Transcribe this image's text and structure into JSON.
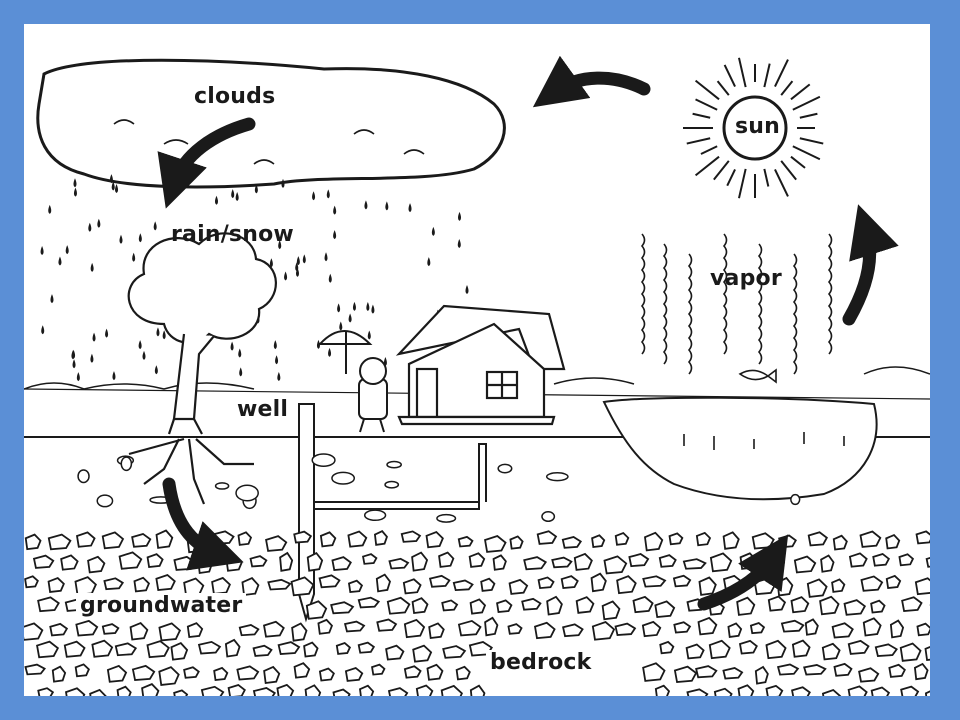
{
  "diagram": {
    "labels": {
      "clouds": "clouds",
      "rain": "rain/snow",
      "sun": "sun",
      "vapor": "vapor",
      "well": "well",
      "groundwater": "groundwater",
      "bedrock": "bedrock"
    },
    "colors": {
      "frame": "#5b8fd6",
      "ink": "#1a1a1a",
      "paper": "#ffffff"
    }
  }
}
